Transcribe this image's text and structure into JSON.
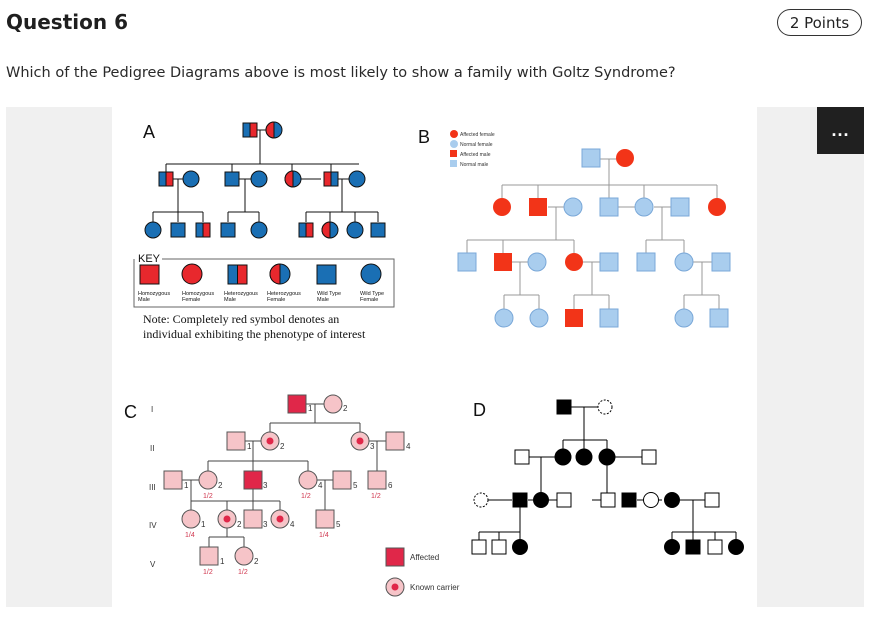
{
  "question": {
    "title": "Question 6",
    "points": "2 Points",
    "prompt": "Which of the Pedigree Diagrams above is most likely to show a family with Goltz Syndrome?"
  },
  "menu": {
    "more_icon": "..."
  },
  "colors": {
    "red_a": "#e8282d",
    "blue_a": "#1a6fb4",
    "red_b": "#f23418",
    "blue_b": "#a9cdee",
    "pink": "#f6c4c8",
    "crimson": "#e02749",
    "black": "#000000"
  },
  "pedigree_a": {
    "label": "A",
    "key_title": "KEY",
    "key_items": [
      {
        "line1": "Homozygous",
        "line2": "Male"
      },
      {
        "line1": "Homozygous",
        "line2": "Female"
      },
      {
        "line1": "Heterozygous",
        "line2": "Male"
      },
      {
        "line1": "Heterozygous",
        "line2": "Female"
      },
      {
        "line1": "Wild Type",
        "line2": "Male"
      },
      {
        "line1": "Wild Type",
        "line2": "Female"
      }
    ],
    "note_line1": "Note: Completely red symbol denotes an",
    "note_line2": "individual exhibiting the phenotype of interest"
  },
  "pedigree_b": {
    "label": "B",
    "legend": [
      "Affected female",
      "Normal female",
      "Affected male",
      "Normal male"
    ]
  },
  "pedigree_c": {
    "label": "C",
    "generations": [
      "I",
      "II",
      "III",
      "IV",
      "V"
    ],
    "numbers": [
      "1",
      "2",
      "1",
      "2",
      "3",
      "4",
      "1",
      "2",
      "3",
      "4",
      "5",
      "6",
      "1",
      "2",
      "3",
      "4",
      "5",
      "1",
      "2"
    ],
    "fractions": [
      "1/2",
      "1/2",
      "1/2",
      "1/4",
      "1/4",
      "1/2",
      "1/2"
    ],
    "legend_affected": "Affected",
    "legend_carrier": "Known carrier"
  },
  "pedigree_d": {
    "label": "D"
  }
}
